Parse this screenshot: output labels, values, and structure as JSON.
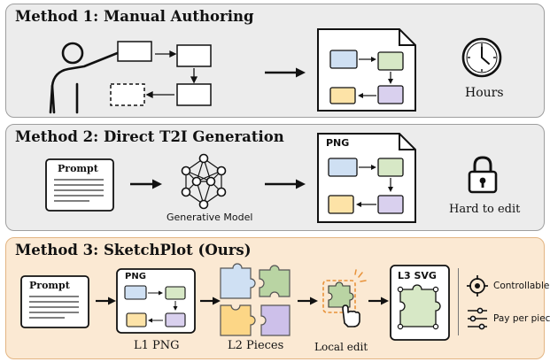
{
  "methods": [
    {
      "title": "Method 1: Manual Authoring",
      "time_label": "Hours"
    },
    {
      "title": "Method 2: Direct T2I Generation",
      "prompt_label": "Prompt",
      "model_label": "Generative Model",
      "png_label": "PNG",
      "lock_label": "Hard to edit"
    },
    {
      "title": "Method 3: SketchPlot (Ours)",
      "prompt_label": "Prompt",
      "png_label": "PNG",
      "l1_label": "L1 PNG",
      "l2_label": "L2 Pieces",
      "edit_label": "Local edit",
      "svg_label": "L3 SVG",
      "controllable_label": "Controllable",
      "pay_label": "Pay per piece"
    }
  ],
  "colors": {
    "blue": "#cfe0f3",
    "green": "#d7e8c6",
    "yellow": "#fde3a7",
    "purple": "#d9d0ee",
    "orange_accent": "#e8923a",
    "panel3_bg": "#fbe9d3"
  }
}
